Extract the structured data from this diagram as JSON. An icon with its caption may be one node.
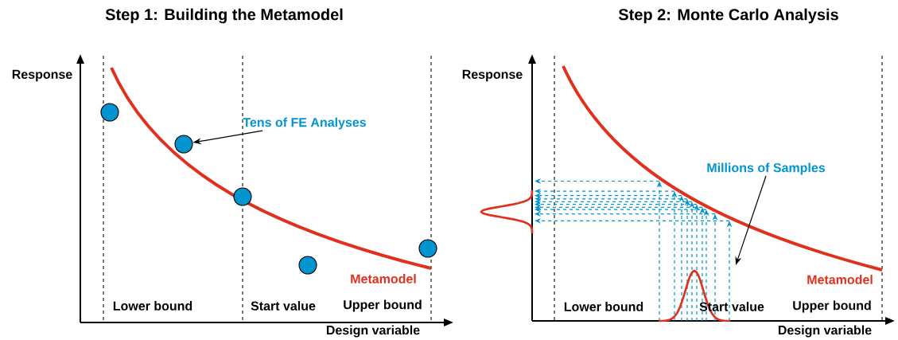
{
  "diagram": {
    "nodes": [
      {
        "text": [],
        "shape": "circle"
      },
      {
        "text": [],
        "shape": "circle"
      },
      {
        "text": [],
        "shape": "circle"
      },
      {
        "text": [],
        "shape": "circle"
      },
      {
        "text": [],
        "shape": "circle"
      },
      {
        "text": [
          "Tens of FE Analyses"
        ]
      },
      {
        "text": [
          "Millions of Samples"
        ]
      }
    ],
    "edges": [
      {
        "from": 5,
        "to": 1,
        "arrow": "to"
      },
      {
        "from": 6,
        "to": null,
        "arrow": "to"
      }
    ],
    "labels": [
      "Step 1: Building the Metamodel",
      "Step 2: Monte Carlo Analysis",
      "Response",
      "Metamodel",
      "Lower bound",
      "Start value",
      "Upper bound",
      "Design variable",
      "Response",
      "Metamodel",
      "Lower bound",
      "Start value",
      "Upper bound",
      "Design variable"
    ]
  }
}
